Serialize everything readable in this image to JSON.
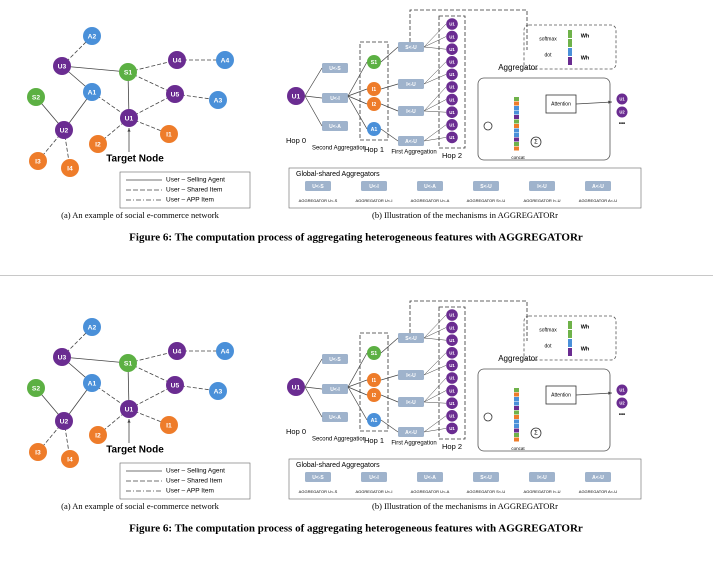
{
  "figure": {
    "caption": "Figure 6: The computation process of aggregating heterogeneous features with AGGREGATORr",
    "subcaption_a": "(a)  An example of social e-commerce network",
    "subcaption_b": "(b)  Illustration of the mechanisms in AGGREGATORr"
  },
  "network": {
    "target_label": "Target Node",
    "nodes": [
      "A2",
      "U3",
      "S1",
      "U4",
      "A4",
      "S2",
      "A1",
      "U5",
      "A3",
      "U2",
      "U1",
      "I1",
      "I2",
      "I3",
      "I4"
    ],
    "legend": [
      "User – Selling Agent",
      "User – Shared Item",
      "User – APP Item"
    ]
  },
  "mechanism": {
    "hop_labels": [
      "Hop 0",
      "Hop 1",
      "Hop 2"
    ],
    "second_aggregation": "Second Aggregation",
    "first_aggregation": "First Aggregation",
    "aggregator_label": "Aggregator",
    "attention_label": "Attention",
    "softmax_label": "softmax",
    "dot_label": "dot",
    "concat_label": "concat",
    "global_title": "Global-shared  Aggregators",
    "box_labels": [
      "U<-S",
      "U<-I",
      "U<-A",
      "I<-U",
      "S<-U",
      "A<-U"
    ],
    "aggregator_names": [
      "AGGREGATOR U<-S",
      "AGGREGATOR U<-I",
      "AGGREGATOR U<-A",
      "AGGREGATOR S<-U",
      "AGGREGATOR I<-U",
      "AGGREGATOR A<-U"
    ]
  }
}
